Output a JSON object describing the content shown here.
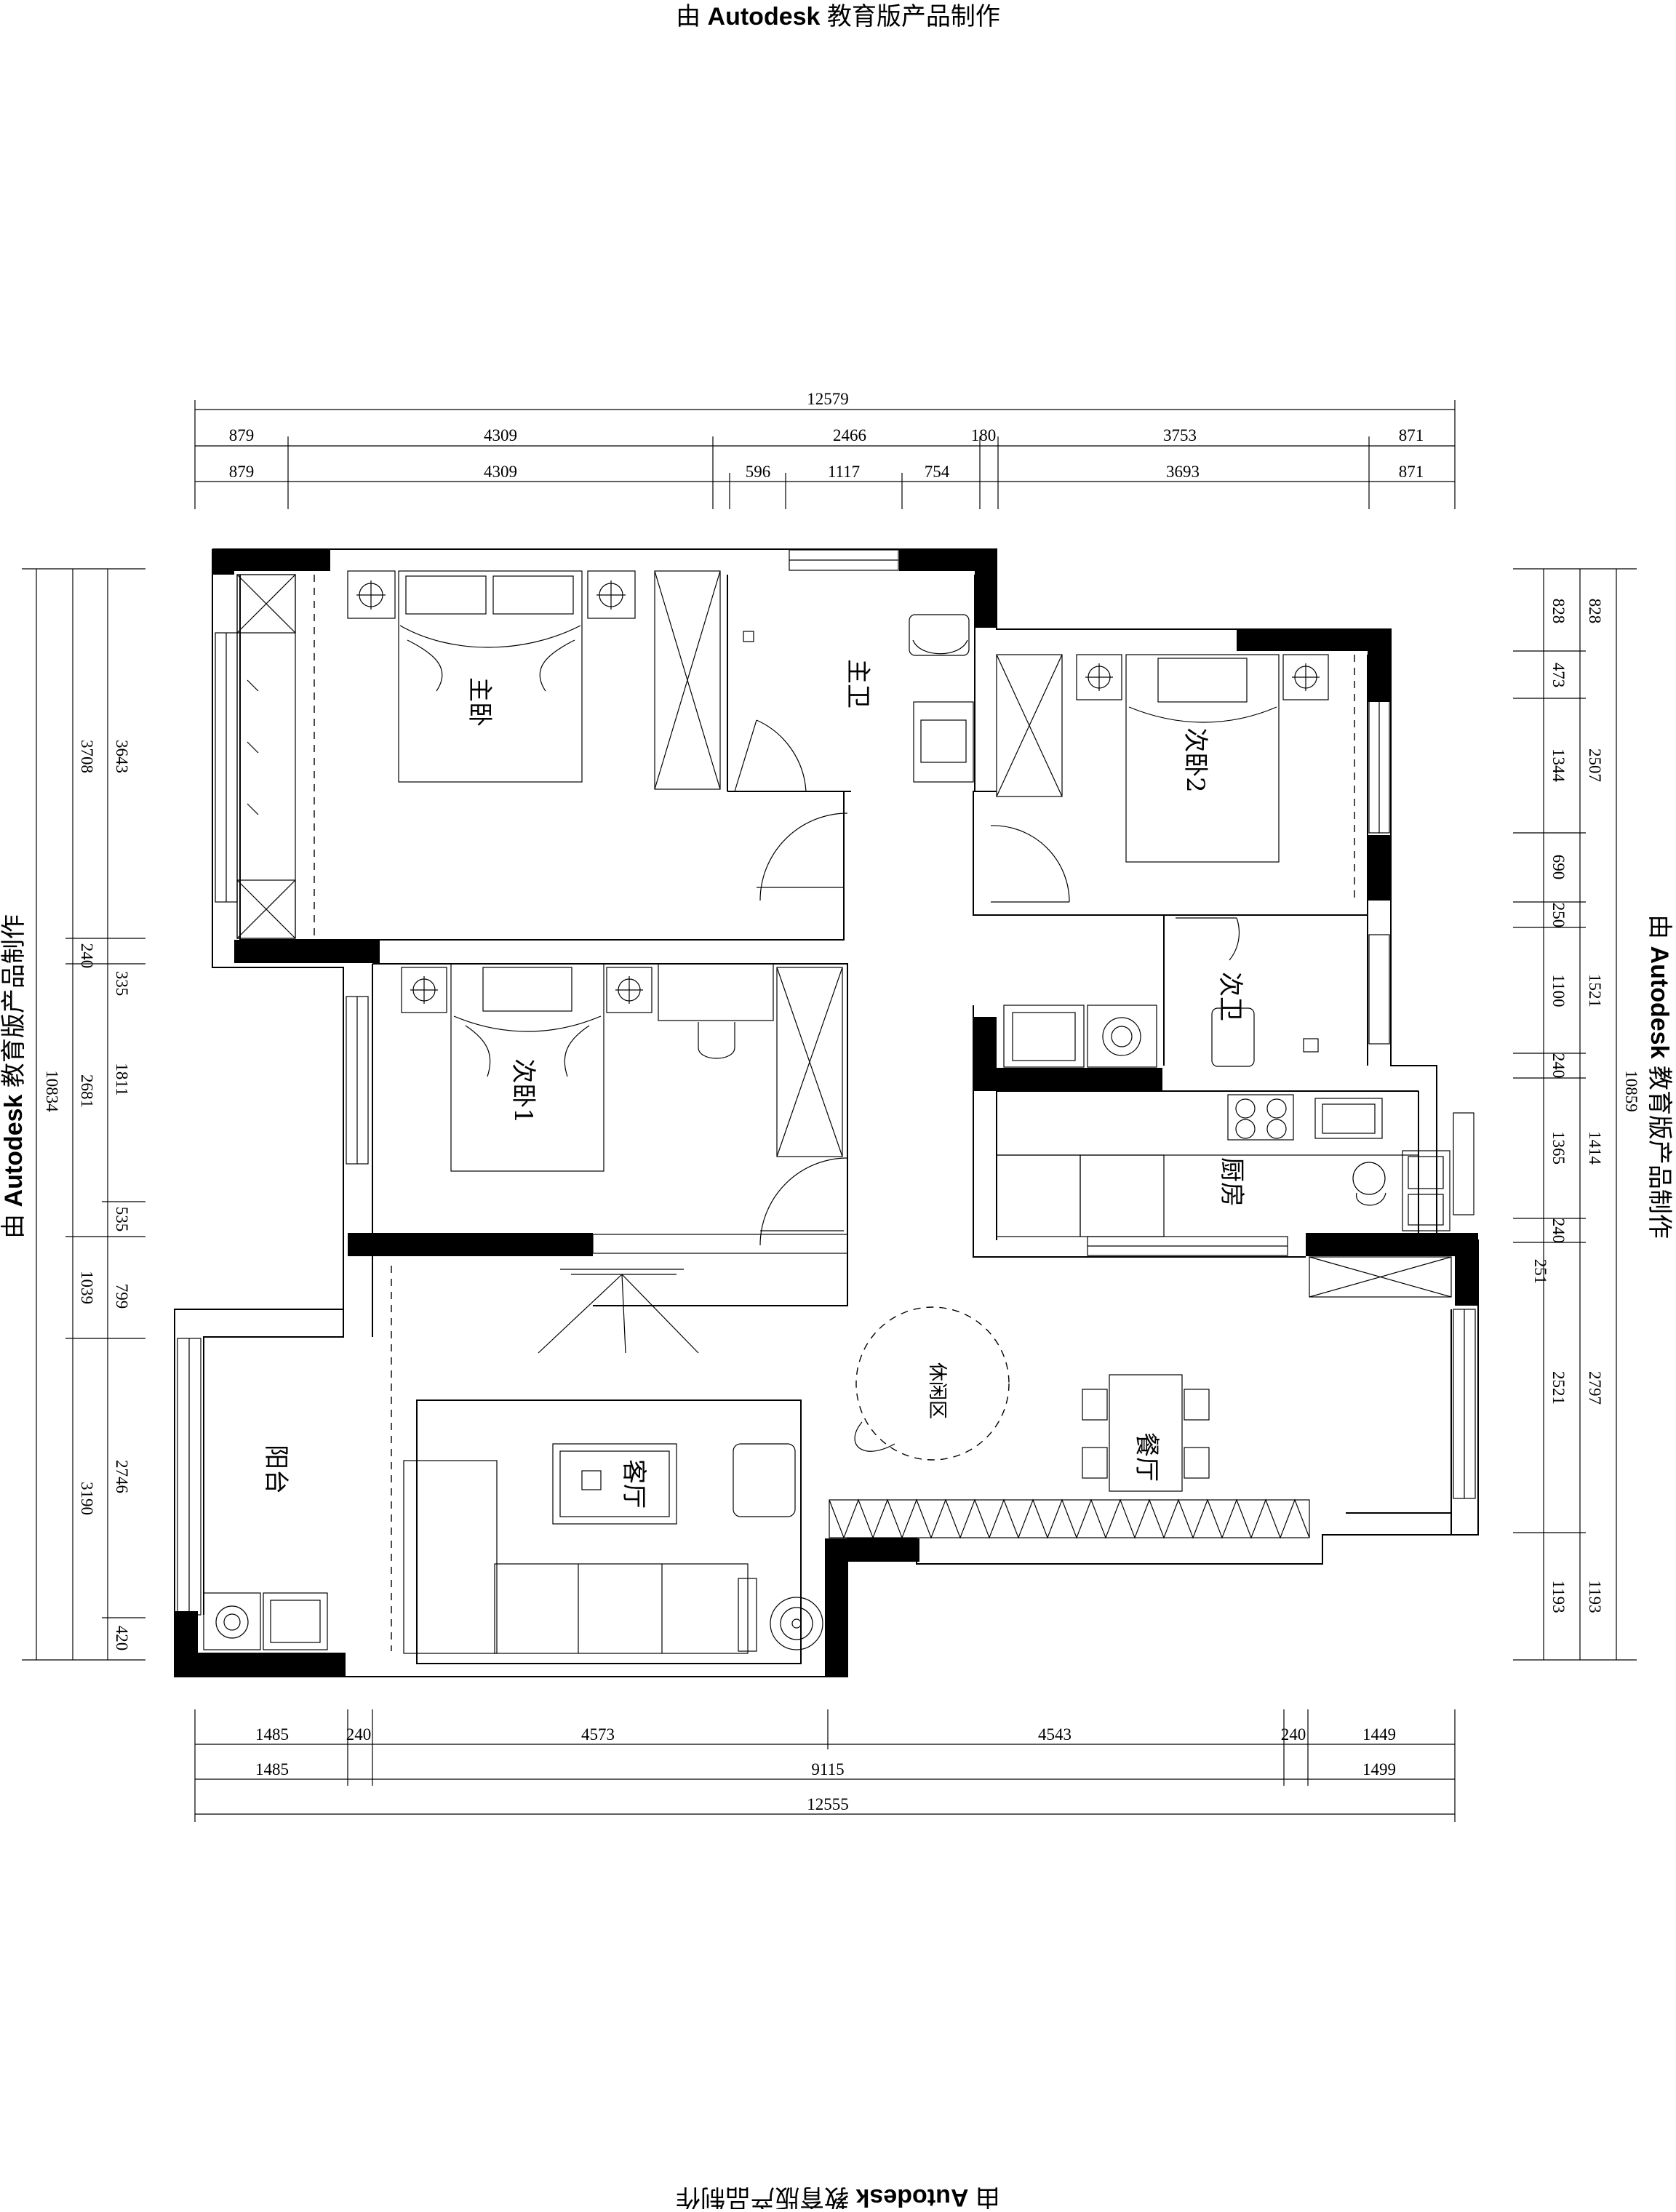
{
  "watermark": {
    "prefix": "由",
    "brand": "Autodesk",
    "suffix": "教育版产品制作"
  },
  "rooms": {
    "master_bedroom": "主卧",
    "master_bath": "主卫",
    "bedroom2": "次卧2",
    "bedroom1": "次卧1",
    "second_bath": "次卫",
    "kitchen": "厨房",
    "living_room": "客厅",
    "dining_room": "餐厅",
    "leisure_area": "休闲区",
    "balcony": "阳台"
  },
  "dimensions": {
    "top_total": "12579",
    "top_row1": [
      "879",
      "4309",
      "2466",
      "180",
      "3753",
      "871"
    ],
    "top_row2": [
      "879",
      "4309",
      "596",
      "1117",
      "754",
      "3693",
      "871"
    ],
    "bottom_row1": [
      "1485",
      "240",
      "4573",
      "4543",
      "240",
      "1449"
    ],
    "bottom_row2": [
      "1485",
      "9115",
      "1499"
    ],
    "bottom_total": "12555",
    "left_outer": [
      "3708",
      "240",
      "1039",
      "3190"
    ],
    "left_inner": [
      "3643",
      "335",
      "1811",
      "535",
      "799",
      "2746",
      "420"
    ],
    "left_2681": "2681",
    "left_total": "10834",
    "right_inner": [
      "828",
      "473",
      "1344",
      "690",
      "250",
      "1100",
      "240",
      "1365",
      "240",
      "251",
      "2521",
      "1193"
    ],
    "right_outer": [
      "828",
      "2507",
      "1521",
      "1414",
      "2797",
      "1193"
    ],
    "right_total": "10859"
  }
}
